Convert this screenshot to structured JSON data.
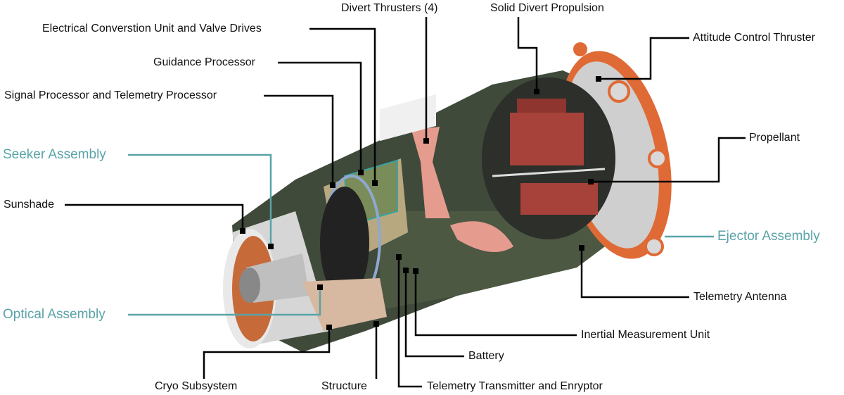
{
  "labels": {
    "divert_thrusters": "Divert Thrusters (4)",
    "solid_divert_propulsion": "Solid Divert Propulsion",
    "electrical_conversion": "Electrical Converstion Unit and Valve Drives",
    "guidance_processor": "Guidance Processor",
    "signal_processor": "Signal Processor and Telemetry Processor",
    "seeker_assembly": "Seeker Assembly",
    "sunshade": "Sunshade",
    "optical_assembly": "Optical Assembly",
    "cryo_subsystem": "Cryo Subsystem",
    "structure": "Structure",
    "telemetry_transmitter": "Telemetry Transmitter and Enryptor",
    "battery": "Battery",
    "imu": "Inertial Measurement Unit",
    "telemetry_antenna": "Telemetry Antenna",
    "ejector_assembly": "Ejector Assembly",
    "propellant": "Propellant",
    "attitude_control_thruster": "Attitude Control Thruster"
  },
  "colors": {
    "leader": "#000000",
    "assembly": "#5aa3a8"
  }
}
